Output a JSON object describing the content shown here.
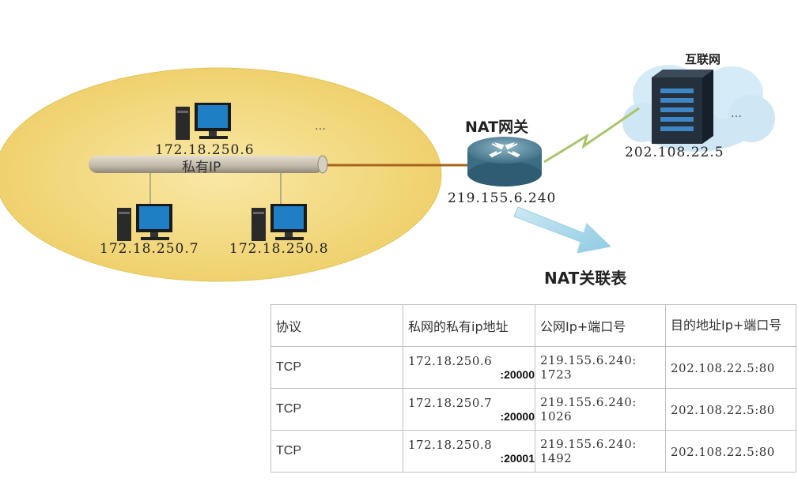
{
  "diagram": {
    "private_network": {
      "bus_label": "私有IP",
      "hosts": [
        {
          "ip": "172.18.250.6"
        },
        {
          "ip": "172.18.250.7"
        },
        {
          "ip": "172.18.250.8"
        }
      ],
      "ellipsis": "…"
    },
    "gateway": {
      "label": "NAT网关",
      "ip": "219.155.6.240"
    },
    "internet": {
      "label": "互联网",
      "server_ip": "202.108.22.5",
      "ellipsis": "…"
    },
    "table_title": "NAT关联表",
    "colors": {
      "lan_fill": "#f2d77a",
      "bus_fill": "#c9c2b4",
      "link": "#b06a1e",
      "cloud": "#cfe6f5",
      "arrow": "#a9d8ea",
      "monitor": "#1f7fc4"
    }
  },
  "nat_table": {
    "headers": [
      "协议",
      "私网的私有ip地址",
      "公网Ip+端口号",
      "目的地址Ip+端口号"
    ],
    "rows": [
      {
        "protocol": "TCP",
        "private_ip": "172.18.250.6",
        "private_port": ":20000",
        "public_ip": "219.155.6.240:",
        "public_port": "1723",
        "destination": "202.108.22.5:80"
      },
      {
        "protocol": "TCP",
        "private_ip": "172.18.250.7",
        "private_port": ":20000",
        "public_ip": "219.155.6.240:",
        "public_port": "1026",
        "destination": "202.108.22.5:80"
      },
      {
        "protocol": "TCP",
        "private_ip": "172.18.250.8",
        "private_port": ":20001",
        "public_ip": "219.155.6.240:",
        "public_port": "1492",
        "destination": "202.108.22.5:80"
      }
    ]
  }
}
